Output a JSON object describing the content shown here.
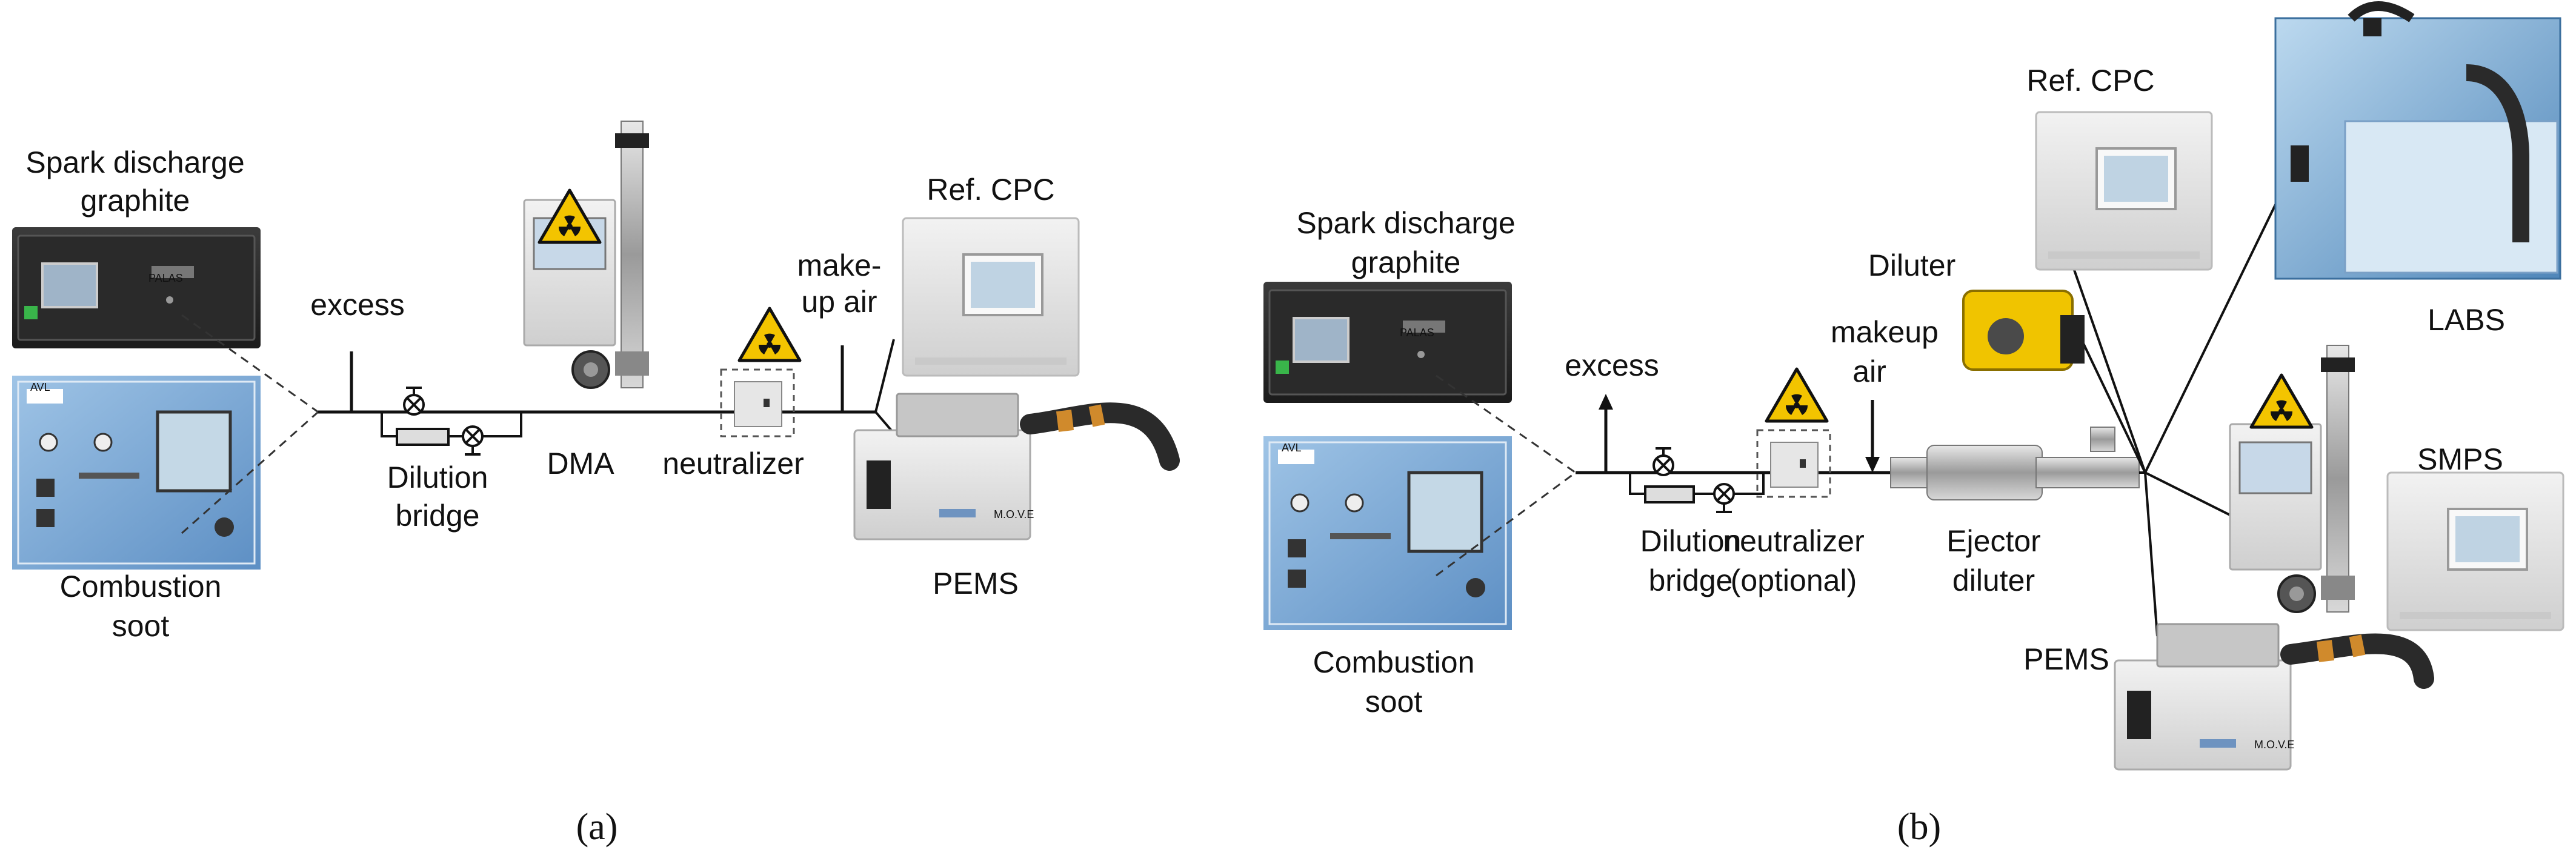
{
  "panels": [
    {
      "id": "a",
      "caption": "(a)",
      "labels": {
        "spark": [
          "Spark discharge",
          "graphite"
        ],
        "combustion": [
          "Combustion",
          "soot"
        ],
        "excess": "excess",
        "dilution": [
          "Dilution",
          "bridge"
        ],
        "dma": "DMA",
        "neutralizer": "neutralizer",
        "makeup": [
          "make-",
          "up air"
        ],
        "refcpc": "Ref. CPC",
        "pems": "PEMS"
      }
    },
    {
      "id": "b",
      "caption": "(b)",
      "labels": {
        "spark": [
          "Spark discharge",
          "graphite"
        ],
        "combustion": [
          "Combustion",
          "soot"
        ],
        "excess": "excess",
        "dilution": [
          "Dilution",
          "bridge"
        ],
        "neutralizer": [
          "neutralizer",
          "(optional)"
        ],
        "makeup": [
          "makeup",
          "air"
        ],
        "ejector": [
          "Ejector",
          "diluter"
        ],
        "diluter": "Diluter",
        "refcpc": "Ref. CPC",
        "labs": "LABS",
        "smps": "SMPS",
        "pems": "PEMS"
      }
    }
  ],
  "device_text": {
    "palas": "PALAS",
    "avl": "AVL",
    "move": "M.O.V.E"
  },
  "icons": [
    "radiation-hazard-icon",
    "valve-icon",
    "filter-icon",
    "screen-icon"
  ]
}
